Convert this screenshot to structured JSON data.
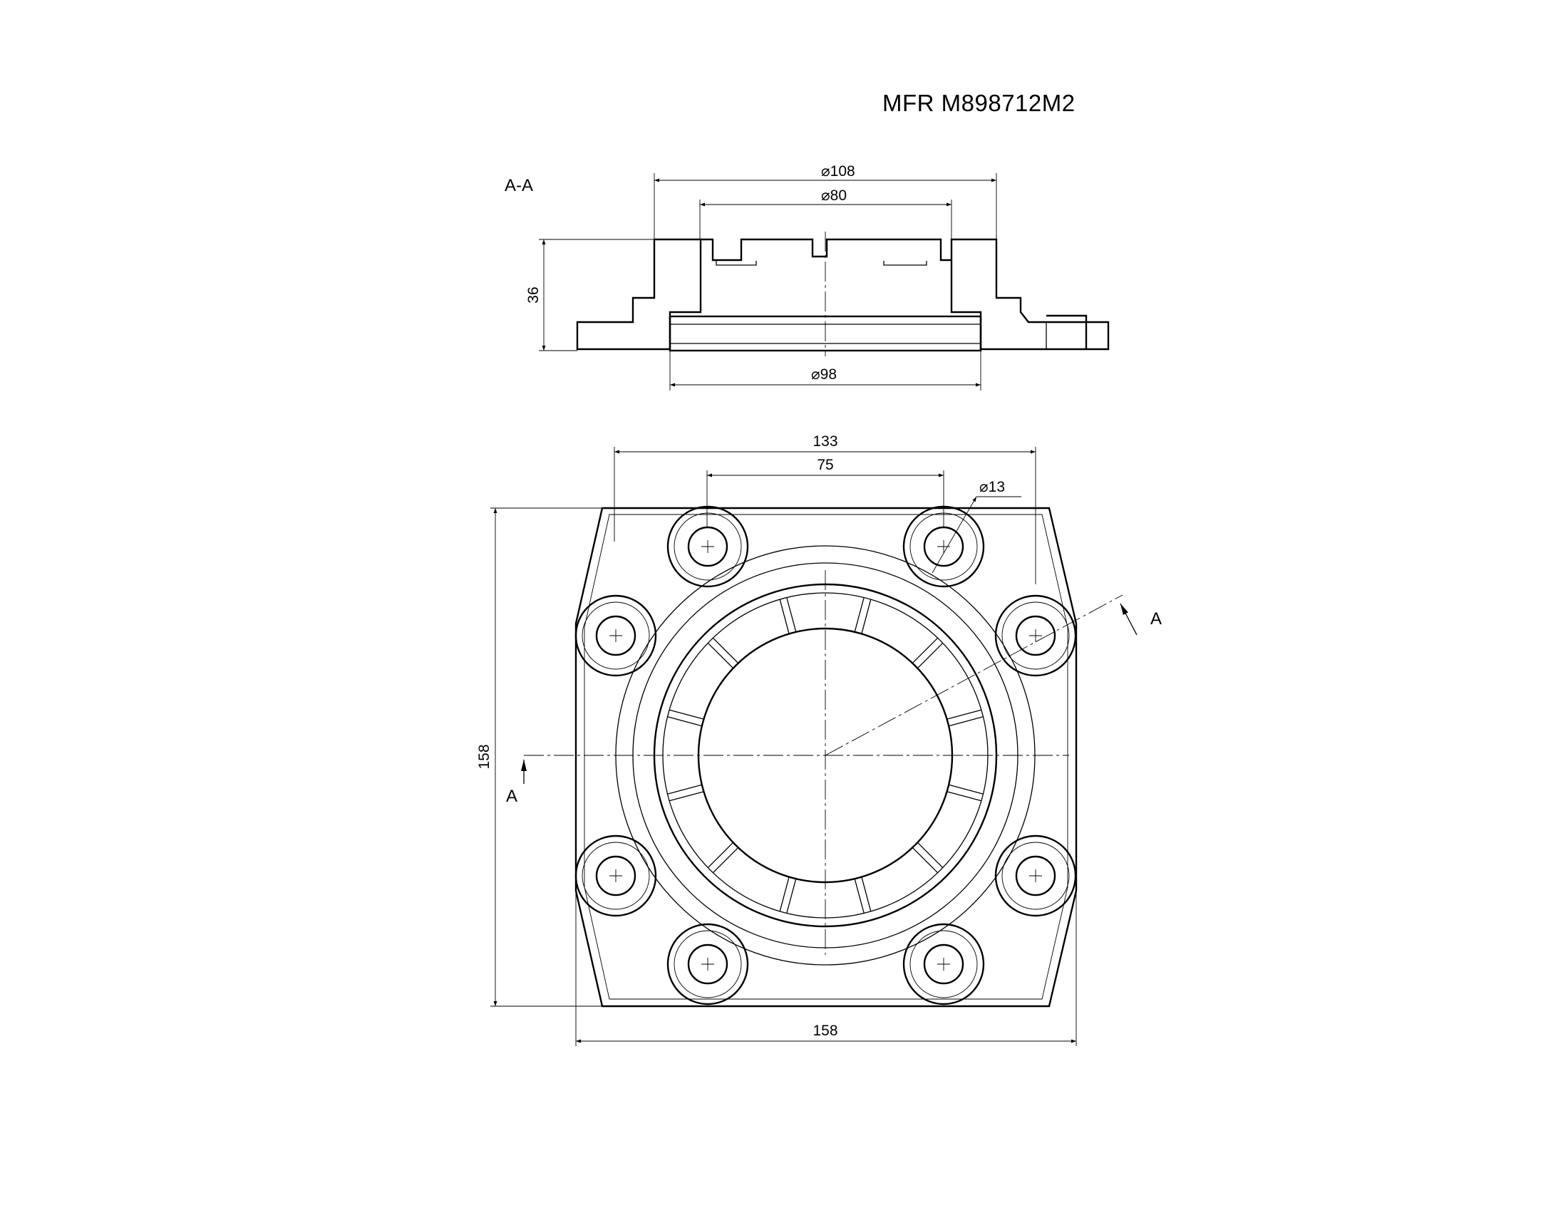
{
  "drawing": {
    "part_number": "MFR M898712M2",
    "section_label": "A-A",
    "section_arrow_label": "A",
    "section_view": {
      "outer_diameter": "108",
      "inner_diameter": "80",
      "bore_diameter": "98",
      "height": "36",
      "diameter_symbol": "⌀"
    },
    "plan_view": {
      "hole_pitch_outer": "133",
      "hole_pitch_inner": "75",
      "hole_diameter": "13",
      "overall_width": "158",
      "overall_height": "158"
    }
  }
}
